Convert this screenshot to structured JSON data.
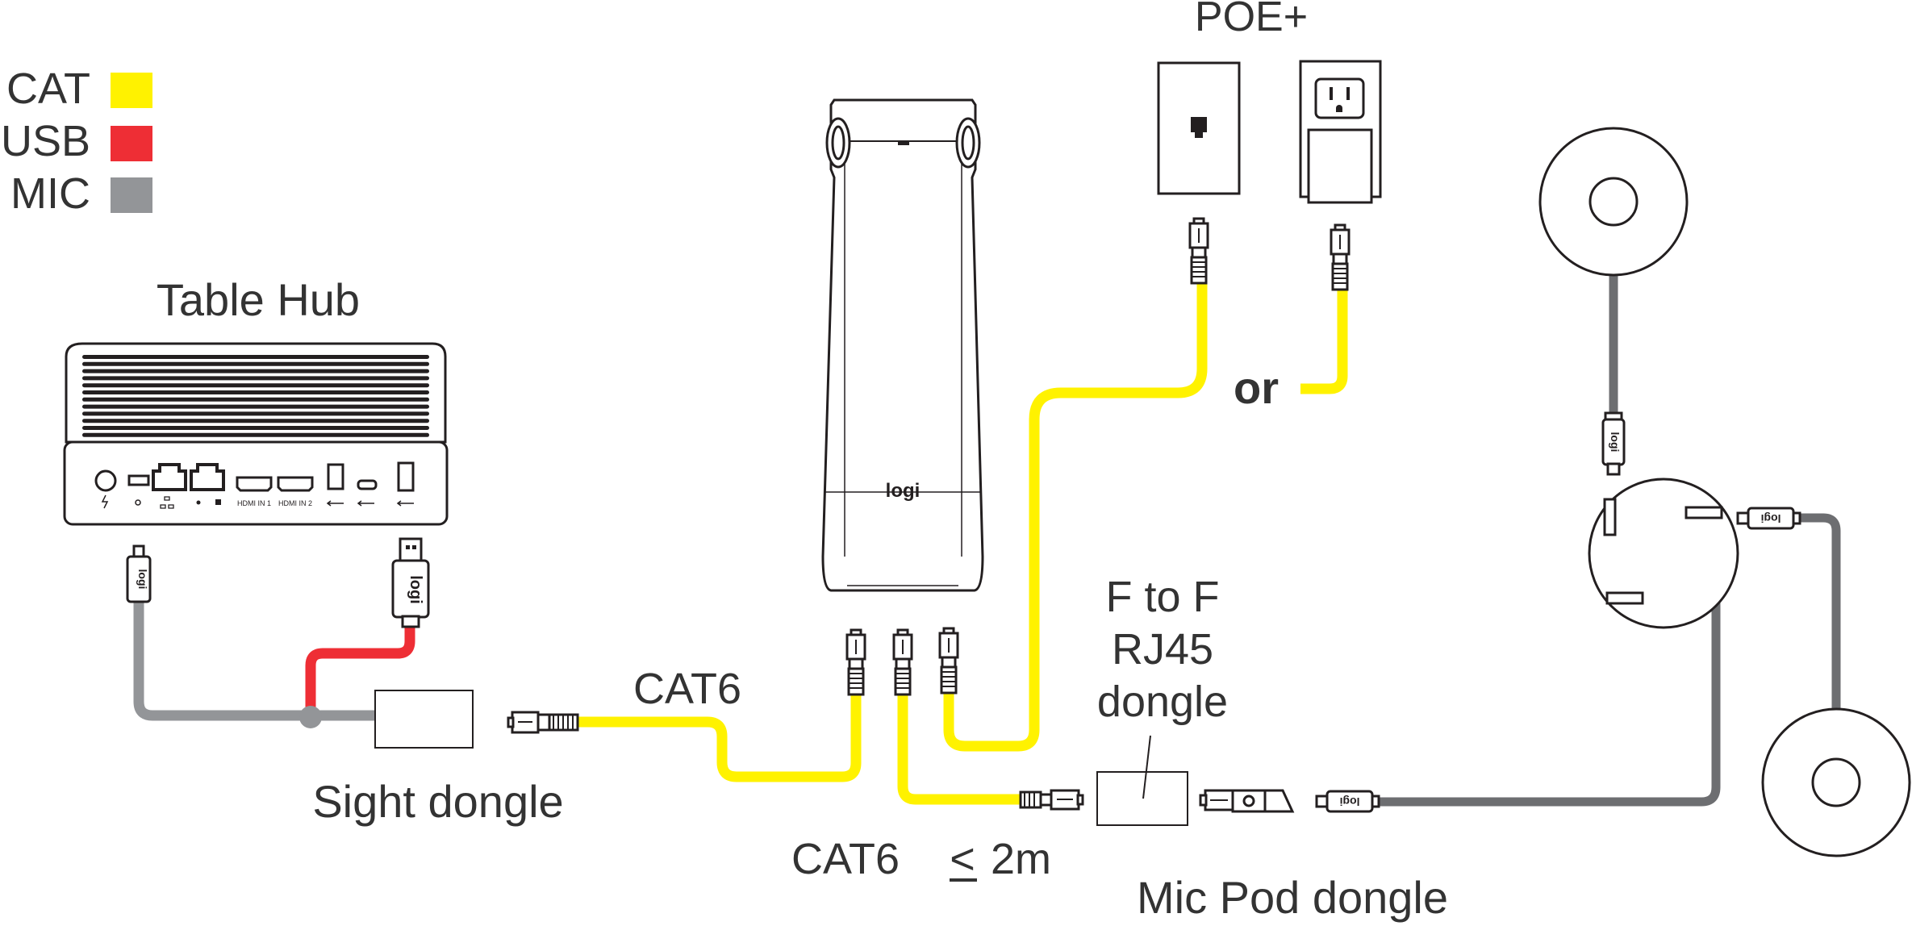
{
  "colors": {
    "cat": "#FFF200",
    "usb": "#EE2E35",
    "mic": "#939598",
    "mic_dark": "#6D6E71",
    "outline": "#231F20",
    "text": "#333333"
  },
  "legend": [
    {
      "label": "CAT",
      "color_key": "cat"
    },
    {
      "label": "USB",
      "color_key": "usb"
    },
    {
      "label": "MIC",
      "color_key": "mic"
    }
  ],
  "labels": {
    "table_hub": "Table Hub",
    "poe": "POE+",
    "or": "or",
    "cat6": "CAT6",
    "sight_dongle": "Sight dongle",
    "f_to_f_line1": "F to F",
    "f_to_f_line2": "RJ45",
    "f_to_f_line3": "dongle",
    "cat6_2m_prefix": "CAT6",
    "cat6_2m_sym": "<",
    "cat6_2m_suffix": "2m",
    "mic_pod_dongle": "Mic Pod dongle",
    "logi": "logi"
  },
  "hub_ports": [
    "HDMI IN 1",
    "HDMI IN 2"
  ]
}
